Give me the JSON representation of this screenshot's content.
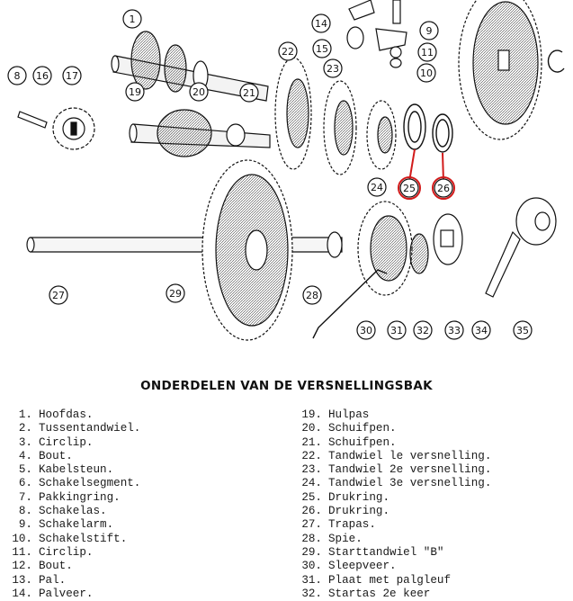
{
  "title": "ONDERDELEN VAN DE VERSNELLINGSBAK",
  "callouts": [
    "1",
    "8",
    "16",
    "17",
    "19",
    "20",
    "21",
    "22",
    "23",
    "14",
    "15",
    "9",
    "11",
    "10",
    "24",
    "25",
    "26",
    "27",
    "28",
    "29",
    "30",
    "31",
    "32",
    "33",
    "34",
    "35"
  ],
  "highlighted_callouts": [
    "25",
    "26"
  ],
  "highlight_color": "#d11a1a",
  "parts_left": [
    {
      "num": "1.",
      "name": "Hoofdas."
    },
    {
      "num": "2.",
      "name": "Tussentandwiel."
    },
    {
      "num": "3.",
      "name": "Circlip."
    },
    {
      "num": "4.",
      "name": "Bout."
    },
    {
      "num": "5.",
      "name": "Kabelsteun."
    },
    {
      "num": "6.",
      "name": "Schakelsegment."
    },
    {
      "num": "7.",
      "name": "Pakkingring."
    },
    {
      "num": "8.",
      "name": "Schakelas."
    },
    {
      "num": "9.",
      "name": "Schakelarm."
    },
    {
      "num": "10.",
      "name": "Schakelstift."
    },
    {
      "num": "11.",
      "name": "Circlip."
    },
    {
      "num": "12.",
      "name": "Bout."
    },
    {
      "num": "13.",
      "name": "Pal."
    },
    {
      "num": "14.",
      "name": "Palveer."
    }
  ],
  "parts_right": [
    {
      "num": "19.",
      "name": "Hulpas"
    },
    {
      "num": "20.",
      "name": "Schuifpen."
    },
    {
      "num": "21.",
      "name": "Schuifpen."
    },
    {
      "num": "22.",
      "name": "Tandwiel le versnelling."
    },
    {
      "num": "23.",
      "name": "Tandwiel 2e versnelling."
    },
    {
      "num": "24.",
      "name": "Tandwiel 3e versnelling."
    },
    {
      "num": "25.",
      "name": "Drukring."
    },
    {
      "num": "26.",
      "name": "Drukring."
    },
    {
      "num": "27.",
      "name": "Trapas."
    },
    {
      "num": "28.",
      "name": "Spie."
    },
    {
      "num": "29.",
      "name": "Starttandwiel \"B\""
    },
    {
      "num": "30.",
      "name": "Sleepveer."
    },
    {
      "num": "31.",
      "name": "Plaat met palgleuf"
    },
    {
      "num": "32.",
      "name": "Startas 2e keer"
    }
  ]
}
